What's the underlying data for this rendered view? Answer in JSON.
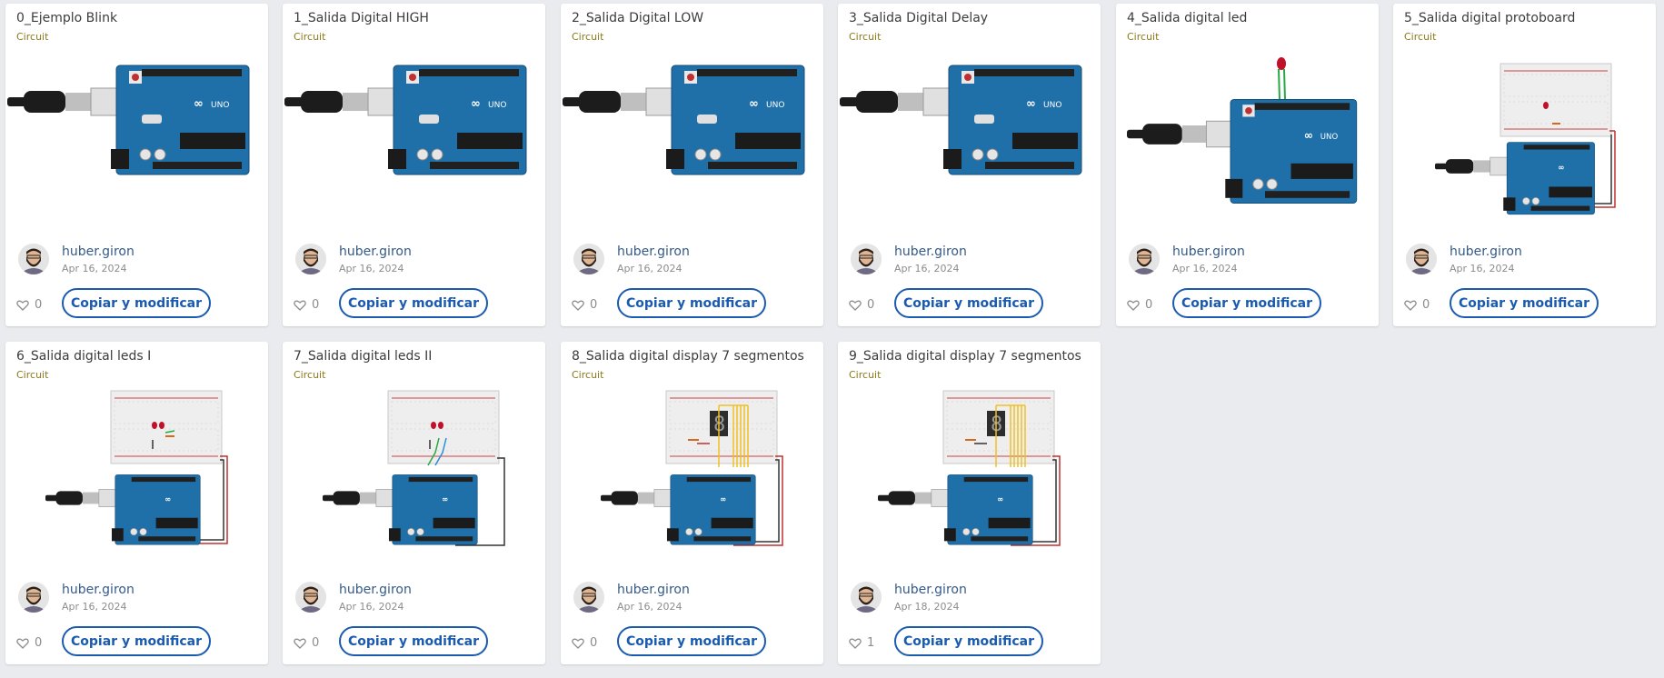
{
  "colors": {
    "background": "#e9ebee",
    "card": "#ffffff",
    "title": "#3c3c3c",
    "type_label": "#8a7a1c",
    "author_link": "#355a88",
    "meta_text": "#8c8c8c",
    "button_accent": "#1a5bb0",
    "arduino_board": "#1f6fa8"
  },
  "cards": [
    {
      "title": "0_Ejemplo Blink",
      "type": "Circuit",
      "author": "huber.giron",
      "date": "Apr 16, 2024",
      "likes": "0",
      "button": "Copiar y modificar",
      "thumbnail": "arduino-uno"
    },
    {
      "title": "1_Salida Digital HIGH",
      "type": "Circuit",
      "author": "huber.giron",
      "date": "Apr 16, 2024",
      "likes": "0",
      "button": "Copiar y modificar",
      "thumbnail": "arduino-uno"
    },
    {
      "title": "2_Salida Digital LOW",
      "type": "Circuit",
      "author": "huber.giron",
      "date": "Apr 16, 2024",
      "likes": "0",
      "button": "Copiar y modificar",
      "thumbnail": "arduino-uno"
    },
    {
      "title": "3_Salida Digital Delay",
      "type": "Circuit",
      "author": "huber.giron",
      "date": "Apr 16, 2024",
      "likes": "0",
      "button": "Copiar y modificar",
      "thumbnail": "arduino-uno"
    },
    {
      "title": "4_Salida digital led",
      "type": "Circuit",
      "author": "huber.giron",
      "date": "Apr 16, 2024",
      "likes": "0",
      "button": "Copiar y modificar",
      "thumbnail": "arduino-led"
    },
    {
      "title": "5_Salida digital protoboard",
      "type": "Circuit",
      "author": "huber.giron",
      "date": "Apr 16, 2024",
      "likes": "0",
      "button": "Copiar y modificar",
      "thumbnail": "arduino-breadboard"
    },
    {
      "title": "6_Salida digital leds I",
      "type": "Circuit",
      "author": "huber.giron",
      "date": "Apr 16, 2024",
      "likes": "0",
      "button": "Copiar y modificar",
      "thumbnail": "arduino-breadboard-leds"
    },
    {
      "title": "7_Salida digital leds II",
      "type": "Circuit",
      "author": "huber.giron",
      "date": "Apr 16, 2024",
      "likes": "0",
      "button": "Copiar y modificar",
      "thumbnail": "arduino-breadboard-leds"
    },
    {
      "title": "8_Salida digital display 7 segmentos",
      "type": "Circuit",
      "author": "huber.giron",
      "date": "Apr 16, 2024",
      "likes": "0",
      "button": "Copiar y modificar",
      "thumbnail": "arduino-7segment"
    },
    {
      "title": "9_Salida digital display 7 segmentos",
      "type": "Circuit",
      "author": "huber.giron",
      "date": "Apr 18, 2024",
      "likes": "1",
      "button": "Copiar y modificar",
      "thumbnail": "arduino-7segment"
    }
  ]
}
